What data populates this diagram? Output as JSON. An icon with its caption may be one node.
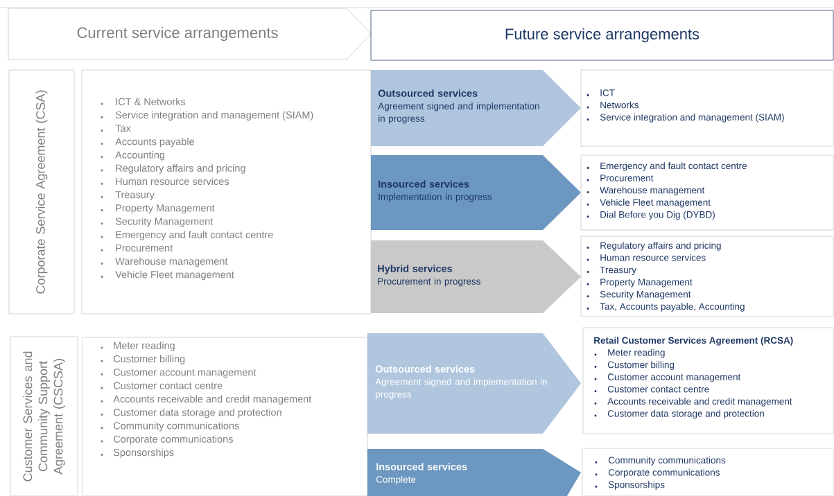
{
  "diagram": {
    "nodes": [
      {
        "text": [
          "Current service arrangements"
        ]
      },
      {
        "text": [
          "Future service arrangements"
        ]
      },
      {
        "text": [
          "Corporate Service Agreement (CSA)"
        ]
      },
      {
        "text": [
          "ICT & Networks",
          "Service integration and management (SIAM)",
          "Tax",
          "Accounts payable",
          "Accounting",
          "Regulatory affairs and pricing",
          "Human resource services",
          "Treasury",
          "Property Management",
          "Security Management",
          "Emergency and fault contact centre",
          "Procurement",
          "Warehouse management",
          "Vehicle Fleet management"
        ]
      },
      {
        "text": [
          "Outsourced services",
          "Agreement signed and implementation in progress"
        ]
      },
      {
        "text": [
          "ICT",
          "Networks",
          "Service integration and management (SIAM)"
        ]
      },
      {
        "text": [
          "Insourced services",
          "Implementation in progress"
        ]
      },
      {
        "text": [
          "Emergency and fault contact centre",
          "Procurement",
          "Warehouse management",
          "Vehicle Fleet management",
          "Dial Before you Dig (DYBD)"
        ]
      },
      {
        "text": [
          "Hybrid services",
          "Procurement in progress"
        ]
      },
      {
        "text": [
          "Regulatory affairs and pricing",
          "Human resource services",
          "Treasury",
          "Property Management",
          "Security Management",
          "Tax,  Accounts payable, Accounting"
        ]
      },
      {
        "text": [
          "Customer Services and Community Support Agreement (CSCSA)"
        ]
      },
      {
        "text": [
          "Meter reading",
          "Customer billing",
          "Customer account management",
          "Customer contact centre",
          "Accounts receivable and credit management",
          "Customer data storage and protection",
          "Community communications",
          "Corporate communications",
          "Sponsorships"
        ]
      },
      {
        "text": [
          "Outsourced services",
          "Agreement signed and implementation in progress"
        ]
      },
      {
        "text": [
          "Retail Customer Services Agreement (RCSA)",
          "Meter reading",
          "Customer billing",
          "Customer account management",
          "Customer contact centre",
          "Accounts receivable and credit management",
          "Customer data storage and protection"
        ]
      },
      {
        "text": [
          "Insourced services",
          "Complete"
        ]
      },
      {
        "text": [
          "Community communications",
          "Corporate communications",
          "Sponsorships"
        ]
      }
    ]
  }
}
